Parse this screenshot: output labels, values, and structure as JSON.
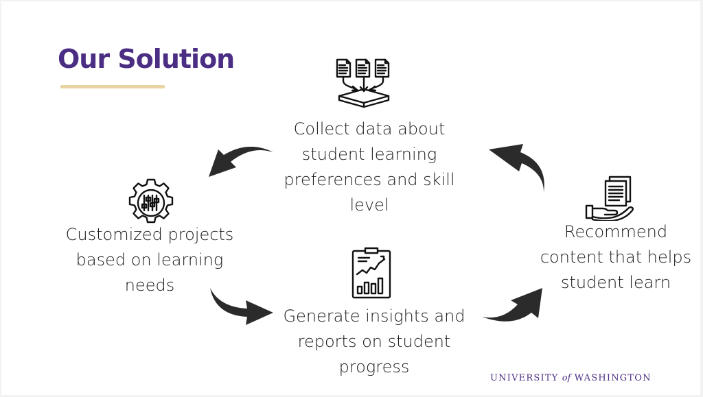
{
  "slide": {
    "title": "Our Solution",
    "accent_color": "#4b2e83",
    "underline_color": "#e8d3a2"
  },
  "steps": {
    "collect": {
      "icon": "data-collection-icon",
      "lines": [
        "Collect data about",
        "student learning",
        "preferences and skill",
        "level"
      ]
    },
    "customize": {
      "icon": "gear-sliders-icon",
      "lines": [
        "Customized projects",
        "based on learning",
        "needs"
      ]
    },
    "insights": {
      "icon": "report-chart-icon",
      "lines": [
        "Generate insights and",
        "reports on student",
        "progress"
      ]
    },
    "recommend": {
      "icon": "hand-document-icon",
      "lines": [
        "Recommend",
        "content that helps",
        "student learn"
      ]
    }
  },
  "footer": {
    "logo_pre": "UNIVERSITY ",
    "logo_of": "of",
    "logo_post": " WASHINGTON"
  }
}
